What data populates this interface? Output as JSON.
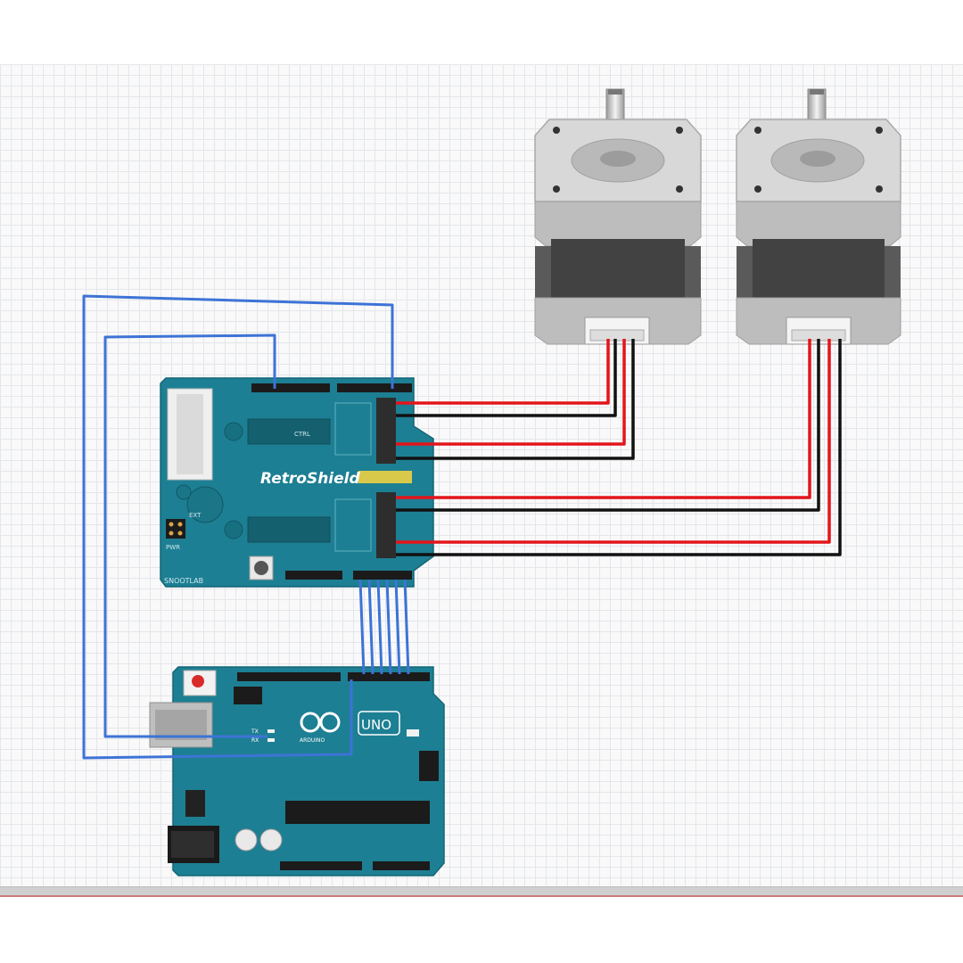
{
  "shield": {
    "brand": "RetroShield",
    "logo": "SNOOTLAB",
    "label_ctrl": "CTRL",
    "label_pwr": "PWR",
    "label_ext": "EXT"
  },
  "uno": {
    "model": "UNO",
    "brand": "ARDUINO",
    "label_tx": "TX",
    "label_rx": "RX"
  },
  "colors": {
    "board": "#1d7f93",
    "wire_blue": "#3d73d6",
    "wire_red": "#e3151b",
    "wire_black": "#111111",
    "motor_body": "#c9c9c9"
  },
  "icons": [
    "stepper-motor-icon",
    "arduino-uno-icon",
    "motor-shield-icon"
  ]
}
